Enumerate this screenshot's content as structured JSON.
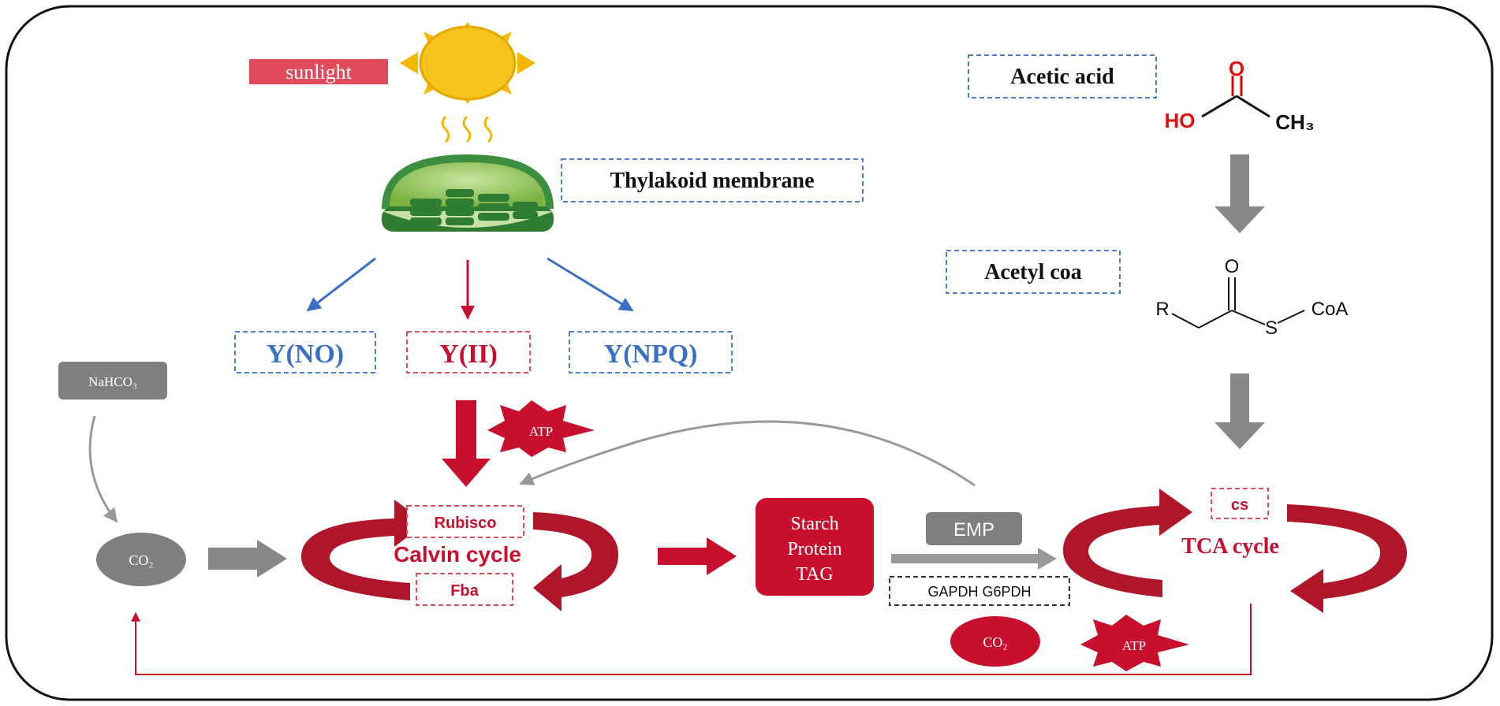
{
  "labels": {
    "sunlight": "sunlight",
    "thylakoid": "Thylakoid membrane",
    "y_no": "Y(NO)",
    "y_ii": "Y(II)",
    "y_npq": "Y(NPQ)",
    "nahco3": "NaHCO₃",
    "co2_left": "CO₂",
    "atp_top": "ATP",
    "rubisco": "Rubisco",
    "calvin": "Calvin cycle",
    "fba": "Fba",
    "starch": "Starch",
    "protein": "Protein",
    "tag": "TAG",
    "emp": "EMP",
    "gapdh": "GAPDH G6PDH",
    "acetic_acid": "Acetic acid",
    "acetyl_coa": "Acetyl coa",
    "cs": "cs",
    "tca": "TCA cycle",
    "co2_bottom": "CO₂",
    "atp_bottom": "ATP"
  },
  "chem": {
    "ho": "HO",
    "o_top": "O",
    "ch3": "CH₃",
    "r": "R",
    "o2": "O",
    "s": "S",
    "coa": "CoA"
  },
  "colors": {
    "red": "#c8102e",
    "dark_red": "#b0162a",
    "blue": "#3a6fc4",
    "gray": "#808080",
    "sun": "#f5b800",
    "green": "#4caf50"
  }
}
